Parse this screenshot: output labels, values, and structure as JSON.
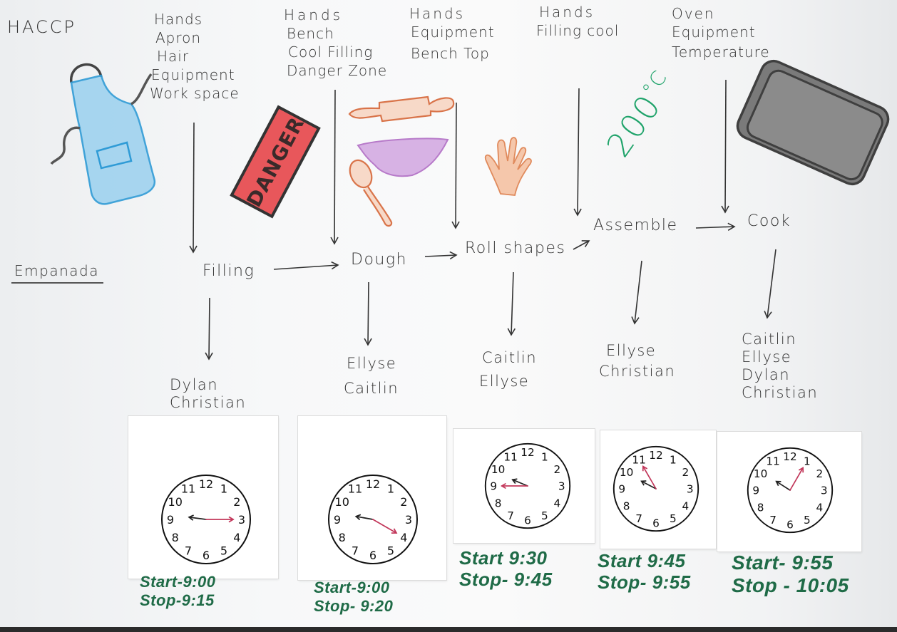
{
  "diagram": {
    "heading": "HACCP",
    "product": "Empanada",
    "colors": {
      "ink": "#333333",
      "clock_hour_hand": "#222222",
      "clock_minute_hand": "#c2375a",
      "time_marker": "#1f6b47",
      "temperature": "#1fa36a",
      "apron": "#3aa0d8",
      "danger_sign": "#e0454a",
      "utensils": "#d9744a",
      "bowl": "#b77ac9",
      "tray": "#555555"
    },
    "steps": [
      {
        "id": "filling",
        "label": "Filling",
        "hazards": [
          "Hands",
          "Apron",
          "Hair",
          "Equipment",
          "Work space"
        ],
        "illustration": "apron-icon",
        "staff": [
          "Dylan",
          "Christian"
        ],
        "clock": {
          "hour": 9,
          "minute": 15
        },
        "start_label": "Start-9:00",
        "stop_label": "Stop-9:15"
      },
      {
        "id": "dough",
        "label": "Dough",
        "hazards": [
          "Hands",
          "Bench",
          "Cool Filling",
          "Danger Zone"
        ],
        "illustration": "danger-sign-icon",
        "illustration_text": "DANGER",
        "staff": [
          "Ellyse",
          "Caitlin"
        ],
        "clock": {
          "hour": 9,
          "minute": 20
        },
        "start_label": "Start-9:00",
        "stop_label": "Stop- 9:20"
      },
      {
        "id": "roll-shapes",
        "label": "Roll shapes",
        "hazards": [
          "Hands",
          "Equipment",
          "Bench Top"
        ],
        "illustration": "rolling-pin-bowl-spoon-icon",
        "staff": [
          "Caitlin",
          "Ellyse"
        ],
        "clock": {
          "hour": 9,
          "minute": 45
        },
        "start_label": "Start 9:30",
        "stop_label": "Stop- 9:45"
      },
      {
        "id": "assemble",
        "label": "Assemble",
        "hazards": [
          "Hands",
          "Filling cool"
        ],
        "illustration": "hand-icon",
        "staff": [
          "Ellyse",
          "Christian"
        ],
        "clock": {
          "hour": 9,
          "minute": 55
        },
        "start_label": "Start 9:45",
        "stop_label": "Stop- 9:55"
      },
      {
        "id": "cook",
        "label": "Cook",
        "hazards": [
          "Oven",
          "Equipment",
          "Temperature"
        ],
        "illustration": "baking-tray-icon",
        "temperature": "200°C",
        "temperature_value": "200",
        "temperature_unit": "°C",
        "staff": [
          "Caitlin",
          "Ellyse",
          "Dylan",
          "Christian"
        ],
        "clock": {
          "hour": 10,
          "minute": 5
        },
        "start_label": "Start- 9:55",
        "stop_label": "Stop - 10:05"
      }
    ]
  }
}
